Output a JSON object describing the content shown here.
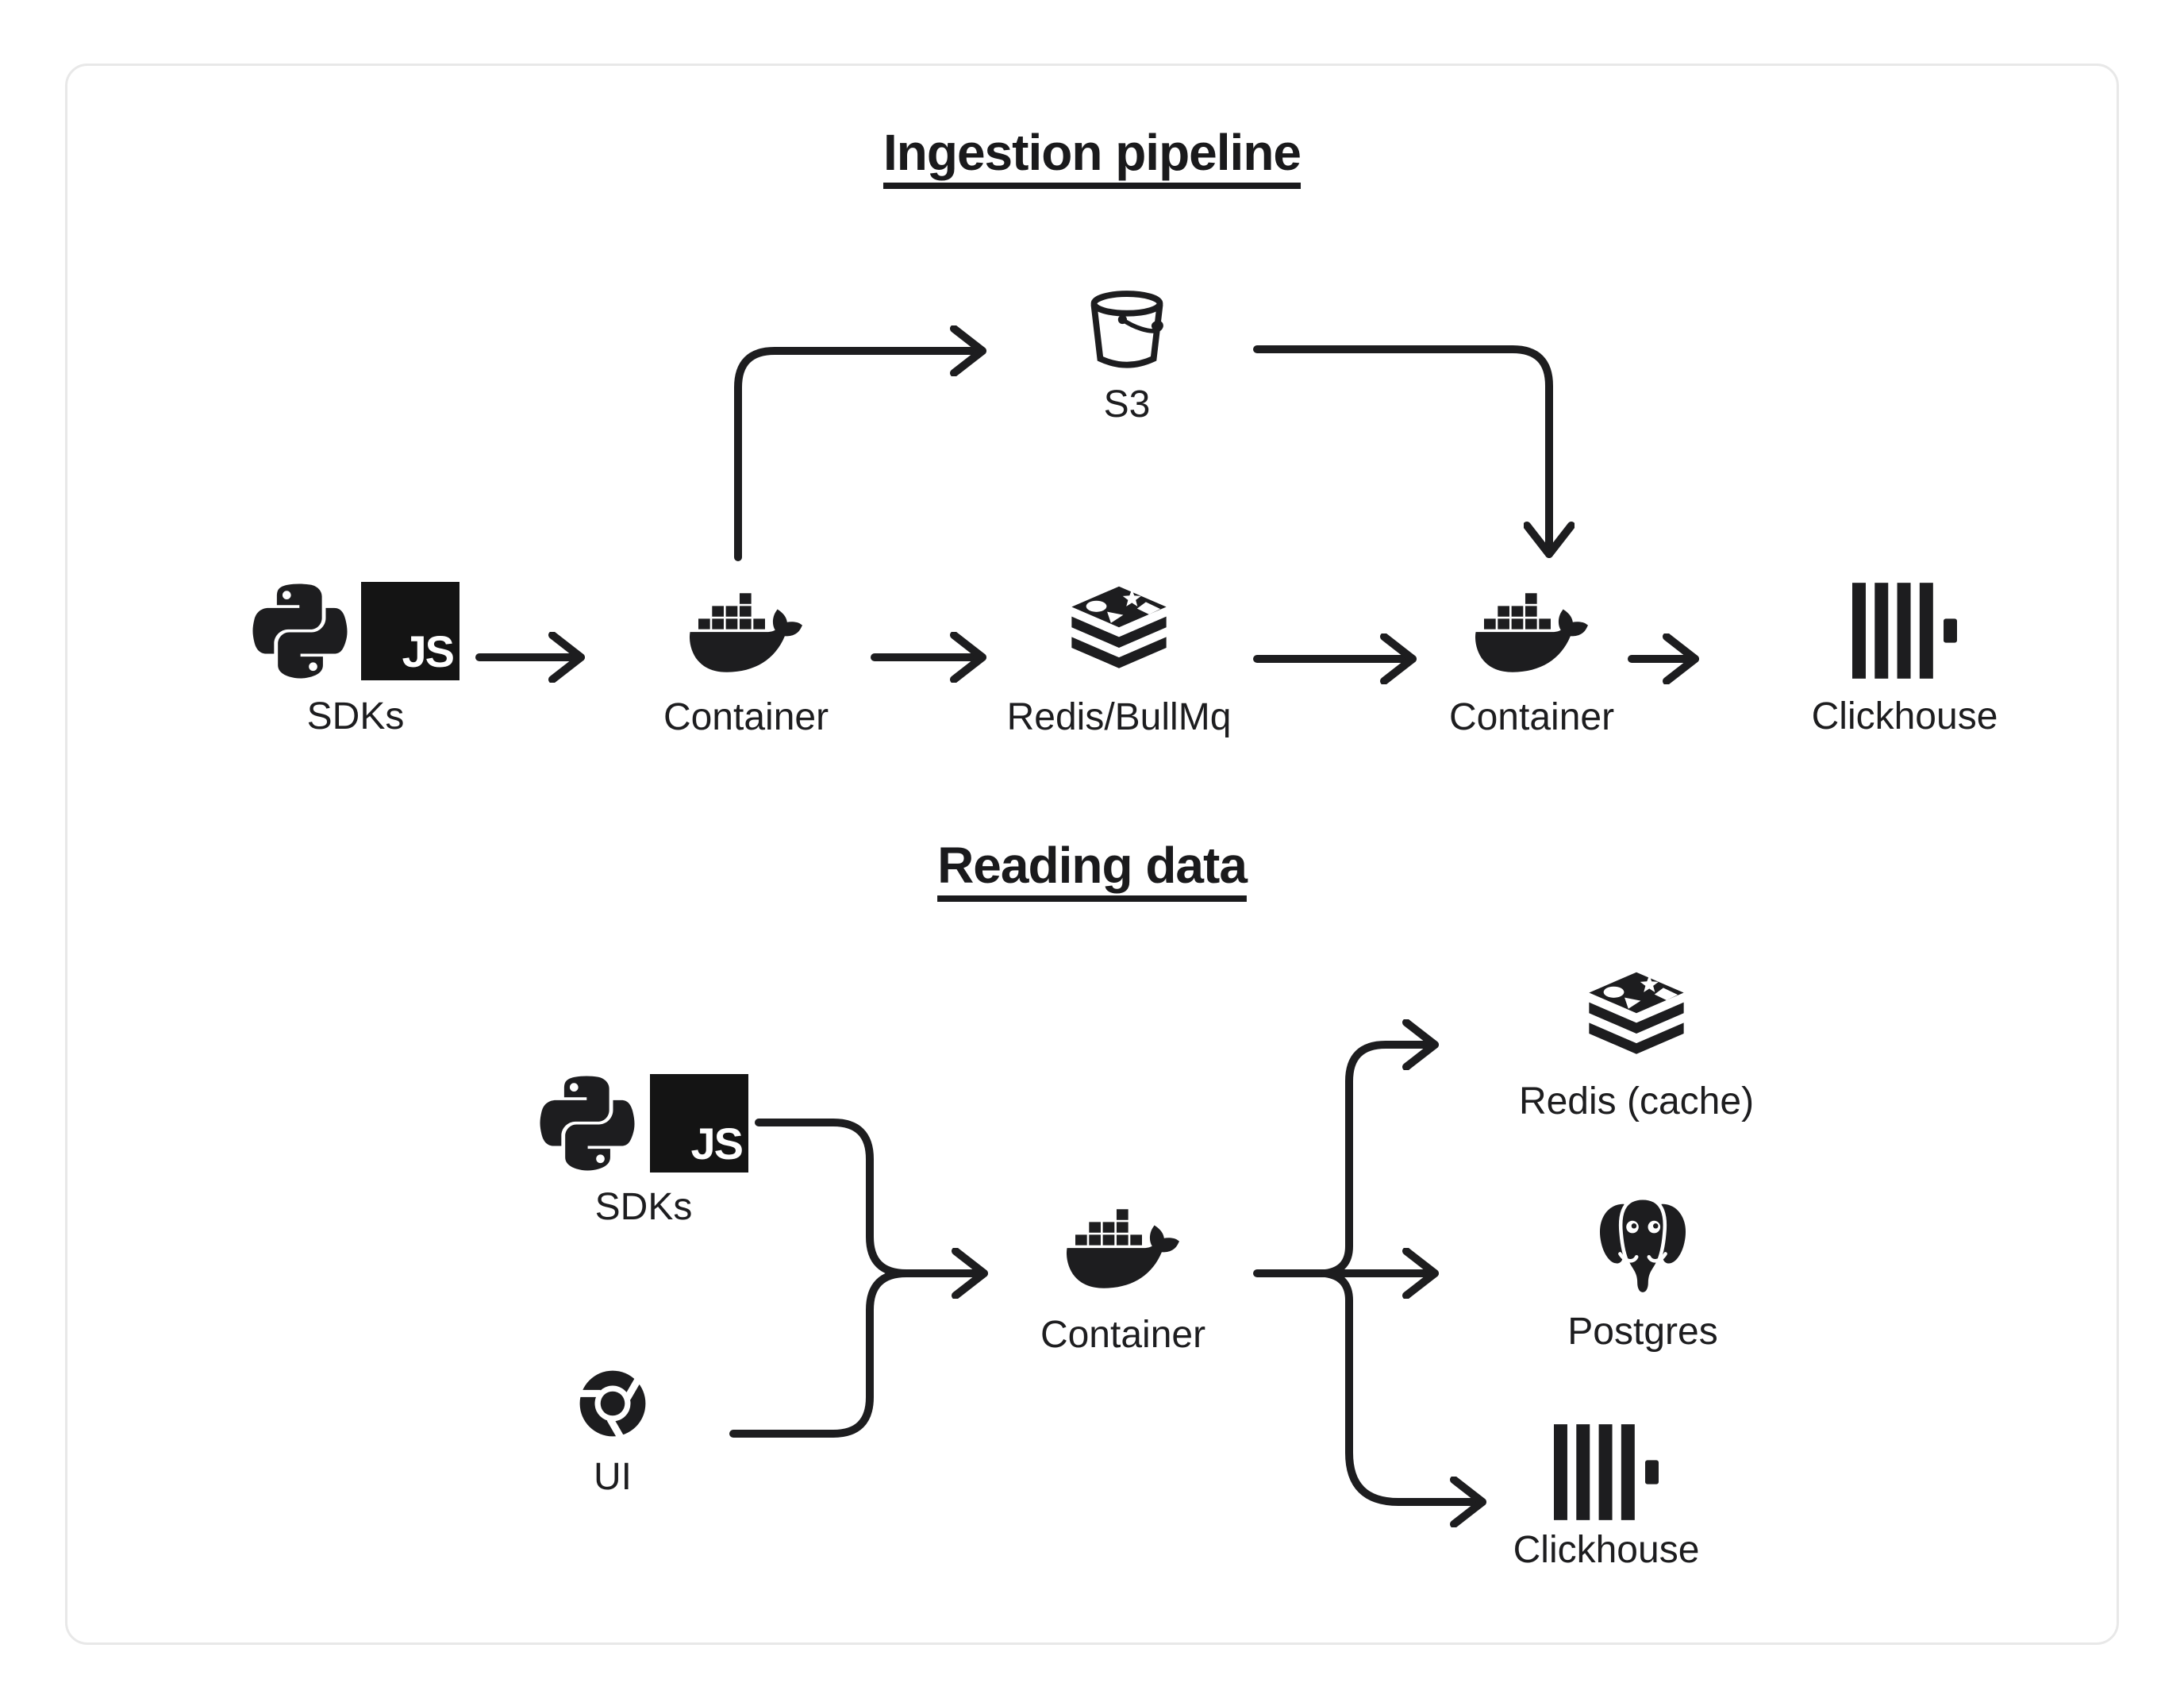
{
  "colors": {
    "background": "#ffffff",
    "card_border": "#e8e8e8",
    "ink": "#1d1d1f"
  },
  "js_badge_text": "JS",
  "sections": [
    {
      "title": "Ingestion pipeline",
      "nodes": [
        {
          "label": "SDKs",
          "icons": [
            "python-icon",
            "javascript-icon"
          ]
        },
        {
          "label": "S3",
          "icons": [
            "s3-bucket-icon"
          ]
        },
        {
          "label": "Container",
          "icons": [
            "docker-icon"
          ]
        },
        {
          "label": "Redis/BullMq",
          "icons": [
            "redis-icon"
          ]
        },
        {
          "label": "Container",
          "icons": [
            "docker-icon"
          ]
        },
        {
          "label": "Clickhouse",
          "icons": [
            "clickhouse-icon"
          ]
        }
      ],
      "connections": [
        {
          "from": "SDKs",
          "to": "Container"
        },
        {
          "from": "Container",
          "to": "S3"
        },
        {
          "from": "Container",
          "to": "Redis/BullMq"
        },
        {
          "from": "Redis/BullMq",
          "to": "Container"
        },
        {
          "from": "S3",
          "to": "Container"
        },
        {
          "from": "Container",
          "to": "Clickhouse"
        }
      ]
    },
    {
      "title": "Reading data",
      "nodes": [
        {
          "label": "SDKs",
          "icons": [
            "python-icon",
            "javascript-icon"
          ]
        },
        {
          "label": "UI",
          "icons": [
            "chrome-icon"
          ]
        },
        {
          "label": "Container",
          "icons": [
            "docker-icon"
          ]
        },
        {
          "label": "Redis (cache)",
          "icons": [
            "redis-icon"
          ]
        },
        {
          "label": "Postgres",
          "icons": [
            "postgres-icon"
          ]
        },
        {
          "label": "Clickhouse",
          "icons": [
            "clickhouse-icon"
          ]
        }
      ],
      "connections": [
        {
          "from": "SDKs",
          "to": "Container"
        },
        {
          "from": "UI",
          "to": "Container"
        },
        {
          "from": "Container",
          "to": "Redis (cache)"
        },
        {
          "from": "Container",
          "to": "Postgres"
        },
        {
          "from": "Container",
          "to": "Clickhouse"
        }
      ]
    }
  ]
}
